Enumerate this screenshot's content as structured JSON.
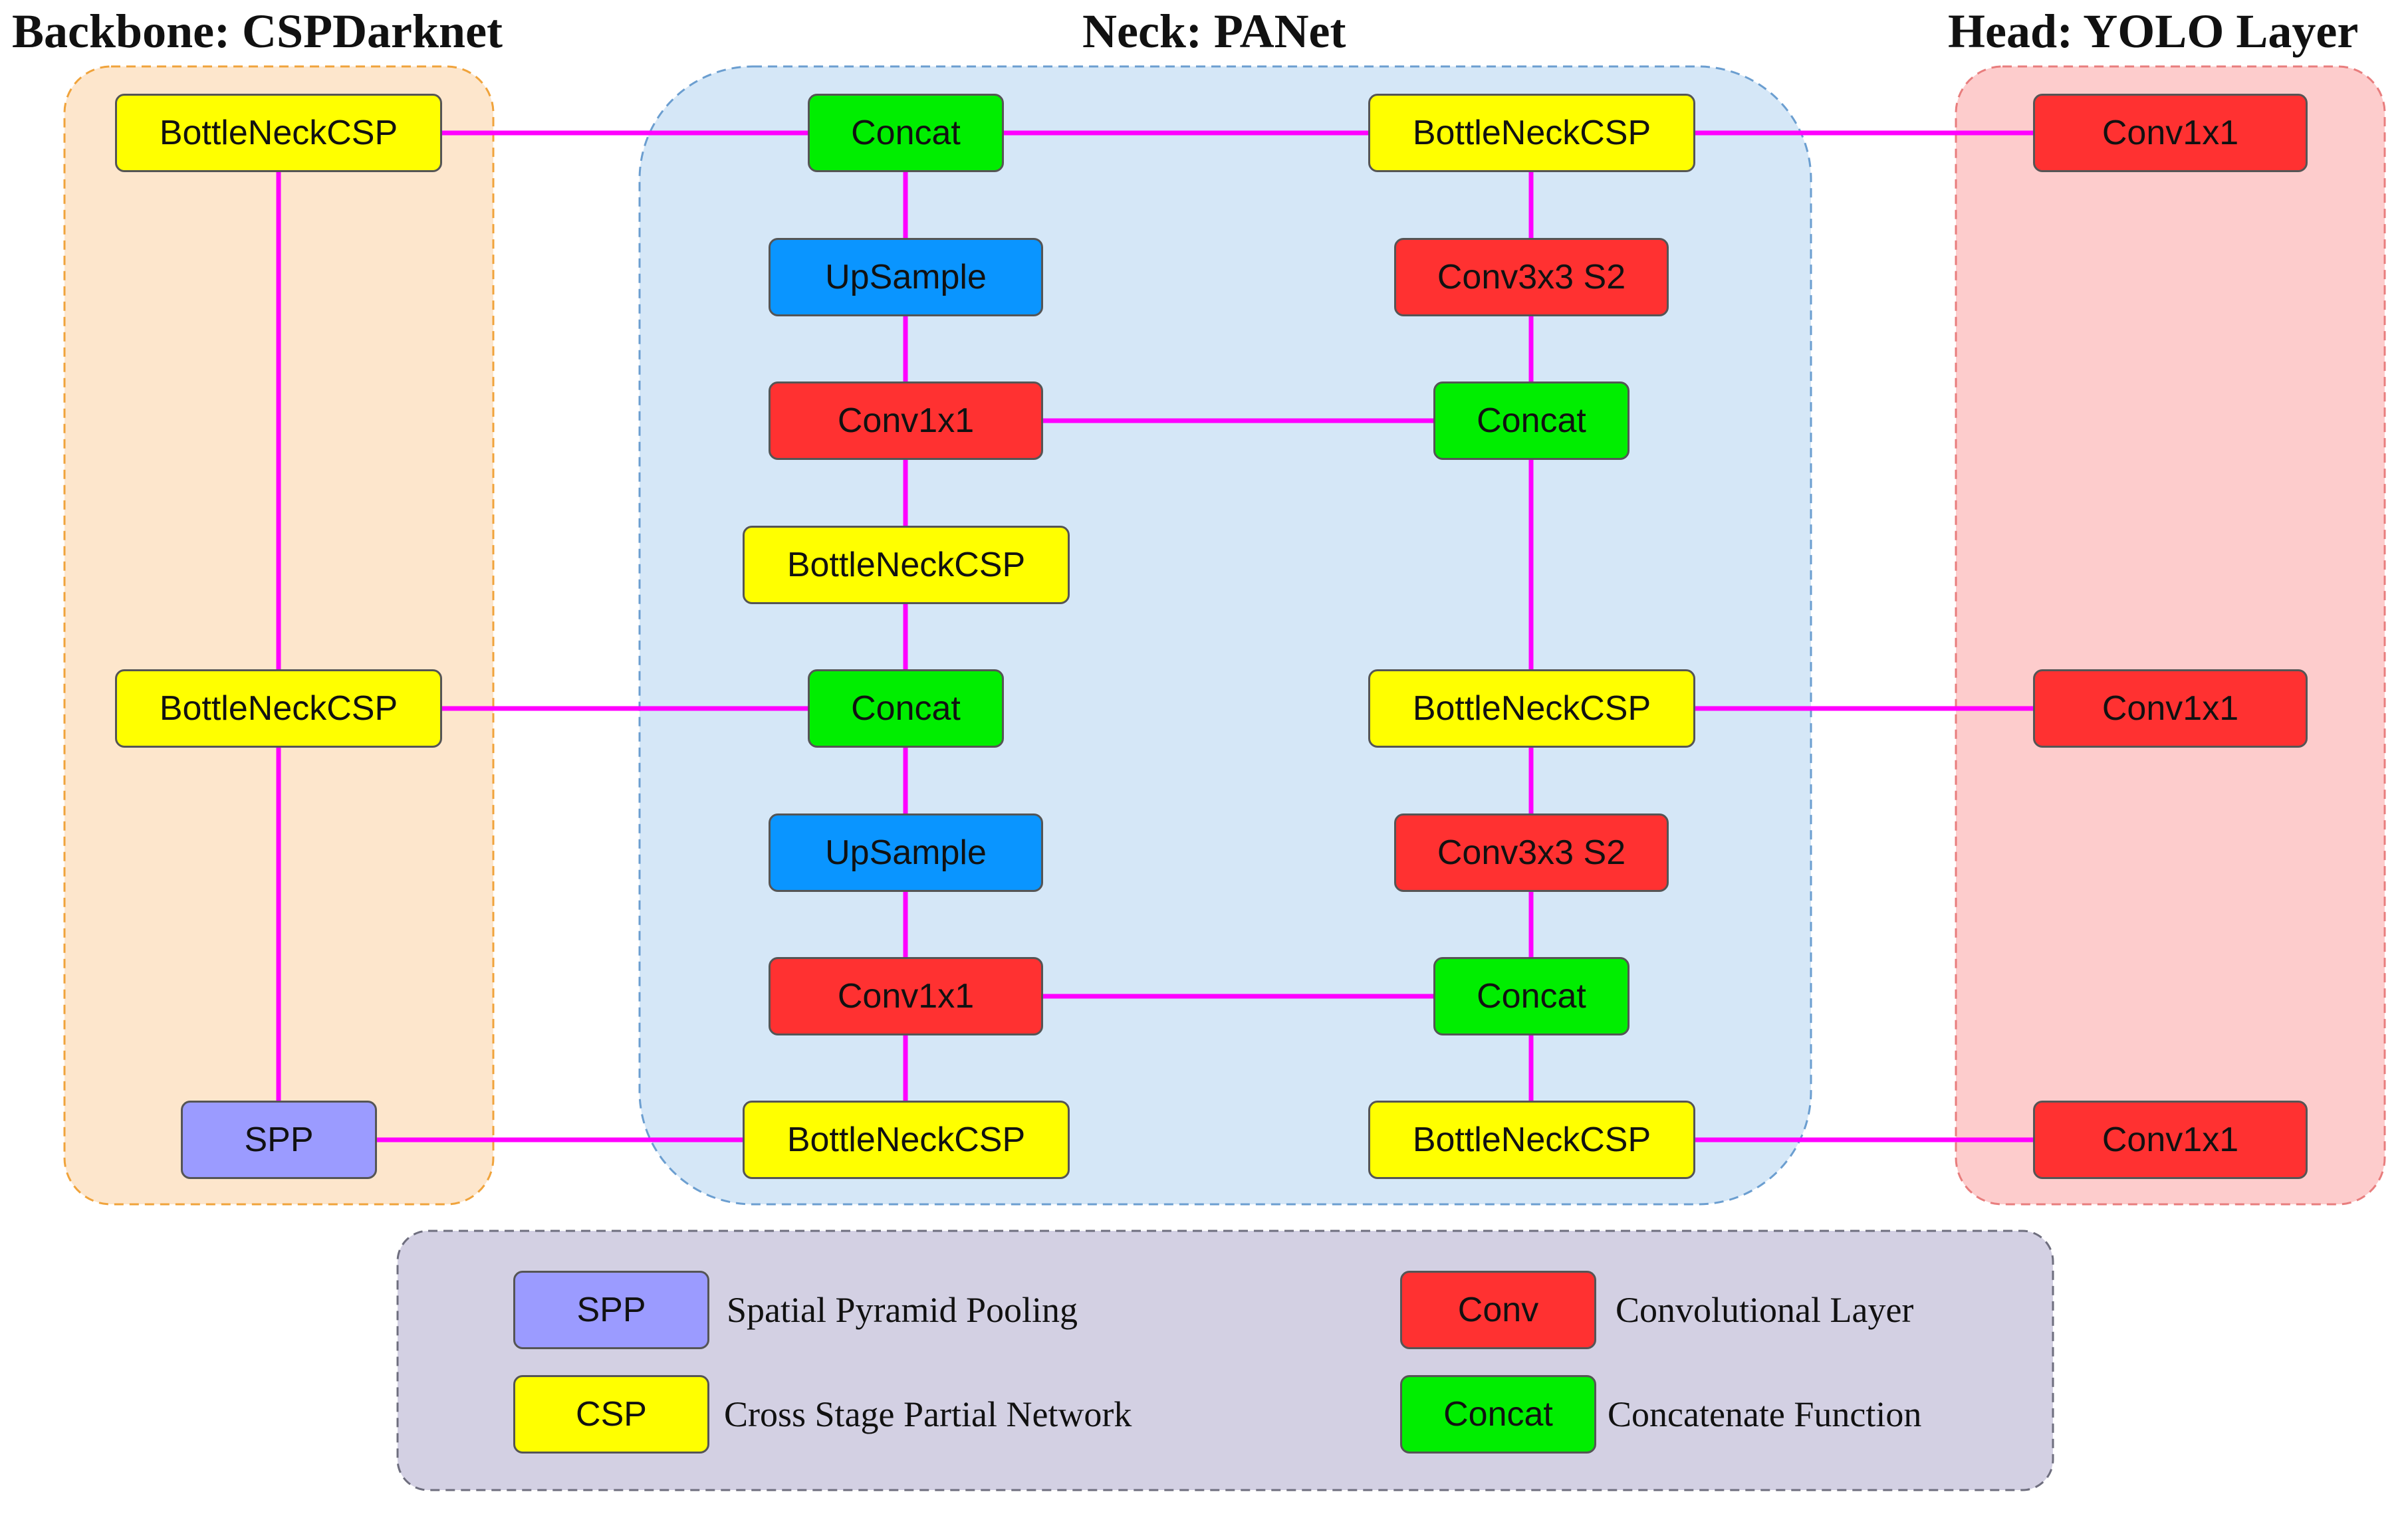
{
  "colors": {
    "csp": "#ffff00",
    "conv": "#ff3131",
    "concat": "#00ee00",
    "upsample": "#0a95ff",
    "spp": "#9b9bff",
    "arrow": "#ff00ff",
    "backbone_bg": "#fde6cc",
    "neck_bg": "#d5e7f7",
    "head_bg": "#fdcccc",
    "legend_bg": "#d3d0e3"
  },
  "titles": {
    "backbone": "Backbone: CSPDarknet",
    "neck": "Neck: PANet",
    "head": "Head: YOLO Layer"
  },
  "backbone": {
    "csp_top": "BottleNeckCSP",
    "csp_mid": "BottleNeckCSP",
    "spp": "SPP"
  },
  "neck": {
    "concat_top": "Concat",
    "upsample_top": "UpSample",
    "conv_top": "Conv1x1",
    "csp_upper": "BottleNeckCSP",
    "concat_mid": "Concat",
    "upsample_bottom": "UpSample",
    "conv_bottom": "Conv1x1",
    "csp_bottom": "BottleNeckCSP",
    "csp_right_top": "BottleNeckCSP",
    "conv_s2_top": "Conv3x3 S2",
    "concat_right_top": "Concat",
    "csp_right_mid": "BottleNeckCSP",
    "conv_s2_bottom": "Conv3x3 S2",
    "concat_right_bottom": "Concat",
    "csp_right_bottom": "BottleNeckCSP"
  },
  "head": {
    "conv_top": "Conv1x1",
    "conv_mid": "Conv1x1",
    "conv_bottom": "Conv1x1"
  },
  "legend": {
    "spp_key": "SPP",
    "spp_desc": "Spatial Pyramid Pooling",
    "csp_key": "CSP",
    "csp_desc": "Cross Stage Partial Network",
    "conv_key": "Conv",
    "conv_desc": "Convolutional Layer",
    "concat_key": "Concat",
    "concat_desc": "Concatenate Function"
  }
}
